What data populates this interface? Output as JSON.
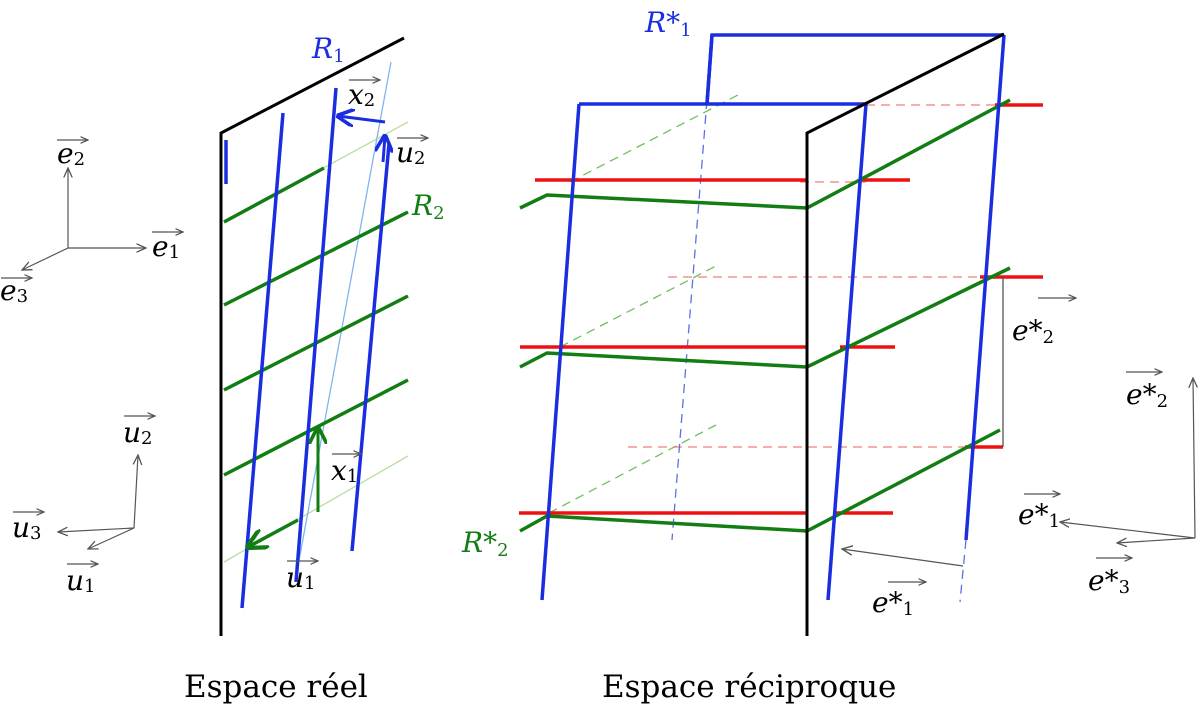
{
  "colors": {
    "blue": "#1a2ee0",
    "light_blue": "#7fb5ee",
    "green": "#127d12",
    "light_green": "#b8dea0",
    "red": "#ee1111",
    "light_red": "#f0807a",
    "black": "#000000",
    "gray": "#555555"
  },
  "real_space": {
    "caption": "Espace réel",
    "r1": {
      "main": "R",
      "sub": "1"
    },
    "r2": {
      "main": "R",
      "sub": "2"
    },
    "x2": {
      "main": "x",
      "sub": "2"
    },
    "u2_top": {
      "main": "u",
      "sub": "2"
    },
    "x1": {
      "main": "x",
      "sub": "1"
    },
    "u1_bottom": {
      "main": "u",
      "sub": "1"
    }
  },
  "real_axes_top": {
    "e1": {
      "main": "e",
      "sub": "1"
    },
    "e2": {
      "main": "e",
      "sub": "2"
    },
    "e3": {
      "main": "e",
      "sub": "3"
    }
  },
  "real_axes_bottom": {
    "u1": {
      "main": "u",
      "sub": "1"
    },
    "u2": {
      "main": "u",
      "sub": "2"
    },
    "u3": {
      "main": "u",
      "sub": "3"
    }
  },
  "reciprocal_space": {
    "caption": "Espace réciproque",
    "r1_star": {
      "main": "R*",
      "sub": "1"
    },
    "r2_star": {
      "main": "R*",
      "sub": "2"
    },
    "e2_star_span": {
      "main": "e*",
      "sub": "2"
    },
    "e1_star_span": {
      "main": "e*",
      "sub": "1"
    }
  },
  "reciprocal_axes": {
    "e1_star": {
      "main": "e*",
      "sub": "1"
    },
    "e2_star": {
      "main": "e*",
      "sub": "2"
    },
    "e3_star": {
      "main": "e*",
      "sub": "3"
    }
  }
}
